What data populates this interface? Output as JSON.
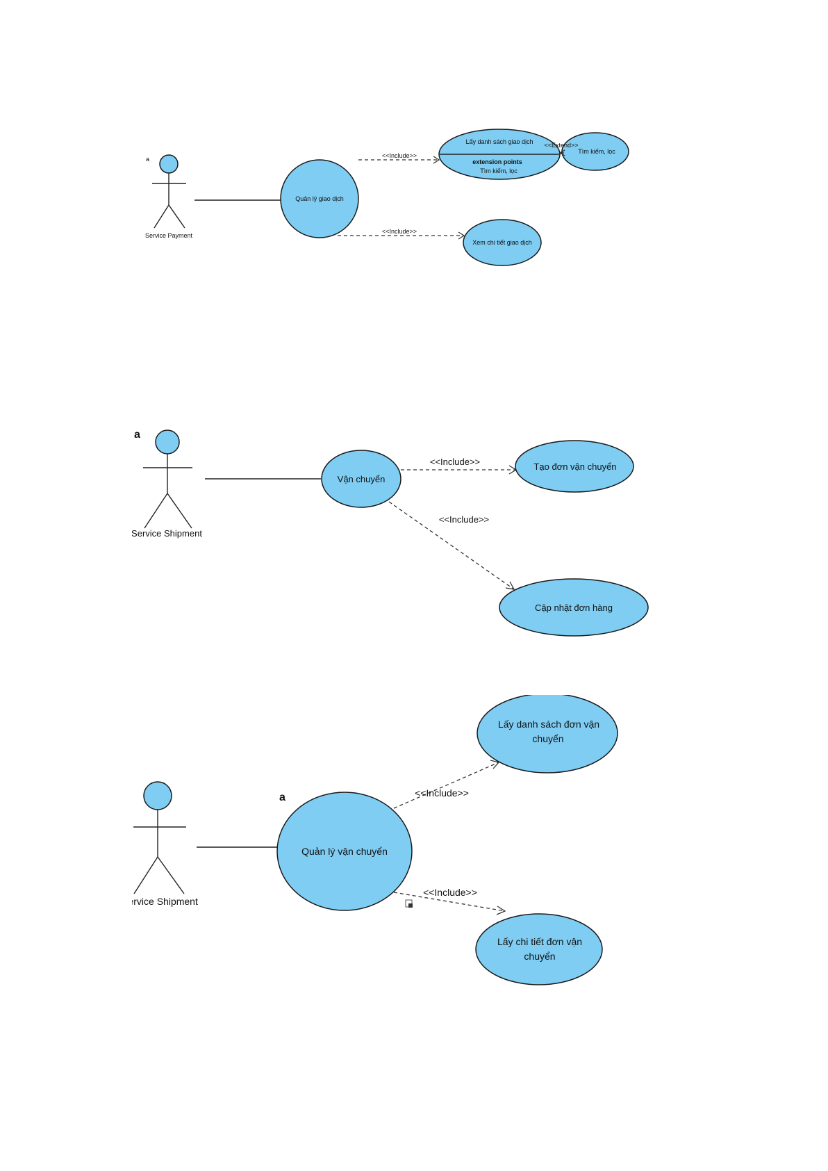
{
  "diagram1": {
    "actor_name": "Service Payment",
    "actor_tag": "a",
    "main_usecase": "Quản lý giao dịch",
    "usecase_list": "Lấy danh sách giao dịch",
    "extension_points_title": "extension points",
    "extension_point": "Tìm kiếm, lọc",
    "usecase_search": "Tìm kiếm, lọc",
    "usecase_detail": "Xem chi tiết giao dịch",
    "include_label_1": "<<Include>>",
    "include_label_2": "<<Include>>",
    "extend_label": "<<Extend>>"
  },
  "diagram2": {
    "actor_name": "Service Shipment",
    "actor_tag": "a",
    "main_usecase": "Vận chuyển",
    "usecase_create": "Tạo đơn vận chuyển",
    "usecase_update": "Cập nhật đơn hàng",
    "include_label_1": "<<Include>>",
    "include_label_2": "<<Include>>"
  },
  "diagram3": {
    "actor_name": "Service Shipment",
    "actor_tag": "a",
    "main_usecase": "Quản lý vận chuyển",
    "usecase_list_line1": "Lấy danh sách đơn vận",
    "usecase_list_line2": "chuyển",
    "usecase_detail_line1": "Lấy chi tiết đơn vận",
    "usecase_detail_line2": "chuyển",
    "include_label_1": "<<Include>>",
    "include_label_2": "<<Include>>"
  },
  "colors": {
    "usecase_fill": "#7fcdf3",
    "actor_head_fill": "#7fcdf3",
    "stroke": "#1a1a1a"
  }
}
